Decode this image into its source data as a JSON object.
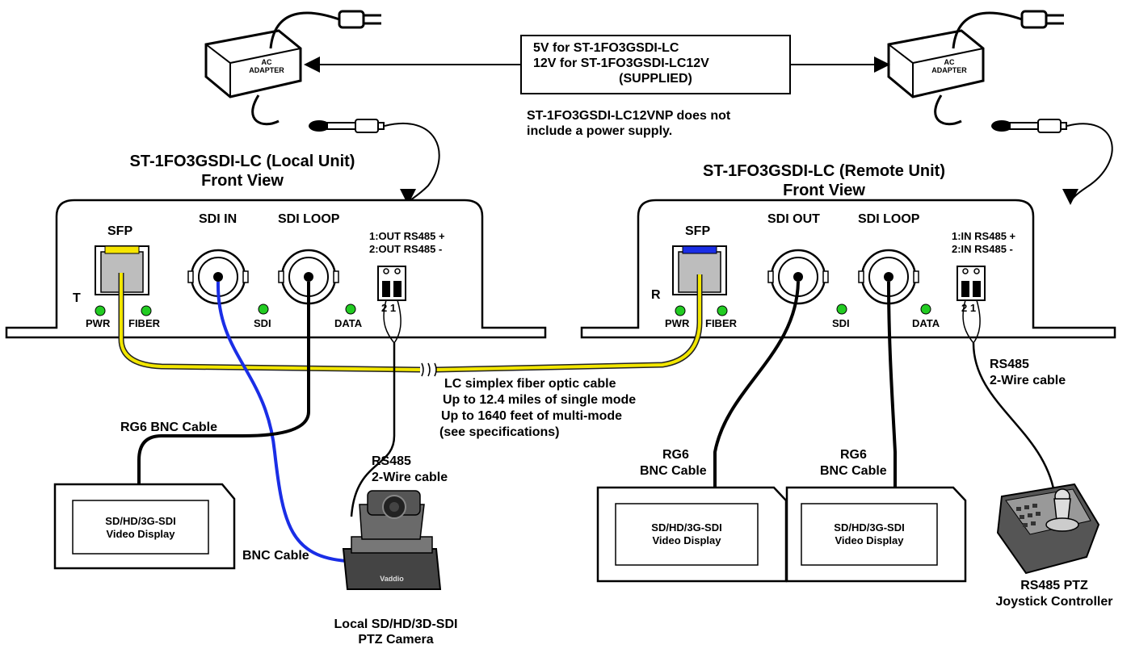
{
  "power": {
    "note_lines": [
      "5V for ST-1FO3GSDI-LC",
      "12V for ST-1FO3GSDI-LC12V",
      "(SUPPLIED)"
    ],
    "no_supply_note_lines": [
      "ST-1FO3GSDI-LC12VNP  does not",
      "include a power supply."
    ],
    "adapter_label_lines": [
      "AC",
      "ADAPTER"
    ]
  },
  "local_unit": {
    "title_lines": [
      "ST-1FO3GSDI-LC (Local Unit)",
      "Front View"
    ],
    "sfp_label": "SFP",
    "sdi_in_label": "SDI IN",
    "sdi_loop_label": "SDI LOOP",
    "terminal_lines": [
      "1:OUT RS485 +",
      "2:OUT RS485 -"
    ],
    "side_letter": "T",
    "led_labels": [
      "PWR",
      "FIBER",
      "SDI",
      "DATA"
    ],
    "pin_numbers": "2 1"
  },
  "remote_unit": {
    "title_lines": [
      "ST-1FO3GSDI-LC (Remote Unit)",
      "Front View"
    ],
    "sfp_label": "SFP",
    "sdi_out_label": "SDI OUT",
    "sdi_loop_label": "SDI LOOP",
    "terminal_lines": [
      "1:IN RS485 +",
      "2:IN RS485 -"
    ],
    "side_letter": "R",
    "led_labels": [
      "PWR",
      "FIBER",
      "SDI",
      "DATA"
    ],
    "pin_numbers": "2 1"
  },
  "fiber_note_lines": [
    "LC simplex fiber optic cable",
    "Up to 12.4 miles of single mode",
    "Up to 1640 feet of multi-mode",
    "(see specifications)"
  ],
  "cables": {
    "rg6_local": "RG6 BNC Cable",
    "bnc": "BNC Cable",
    "rs485_local_lines": [
      "RS485",
      "2-Wire cable"
    ],
    "rs485_remote_lines": [
      "RS485",
      "2-Wire cable"
    ],
    "rg6_remote_1_lines": [
      "RG6",
      "BNC Cable"
    ],
    "rg6_remote_2_lines": [
      "RG6",
      "BNC Cable"
    ]
  },
  "displays": {
    "local_lines": [
      "SD/HD/3G-SDI",
      "Video Display"
    ],
    "remote_1_lines": [
      "SD/HD/3G-SDI",
      "Video Display"
    ],
    "remote_2_lines": [
      "SD/HD/3G-SDI",
      "Video Display"
    ]
  },
  "camera": {
    "label_lines": [
      "Local SD/HD/3D-SDI",
      "PTZ Camera"
    ],
    "brand": "Vaddio"
  },
  "joystick": {
    "label_lines": [
      "RS485 PTZ",
      "Joystick Controller"
    ]
  },
  "colors": {
    "fiber": "#f2e600",
    "fiber_outline": "#222222",
    "bnc_blue": "#1a2ee6",
    "led": "#22cc22",
    "sfp_local_tab": "#ffee00",
    "sfp_remote_tab": "#1a2ee6",
    "sfp_body": "#bdbdbd"
  }
}
